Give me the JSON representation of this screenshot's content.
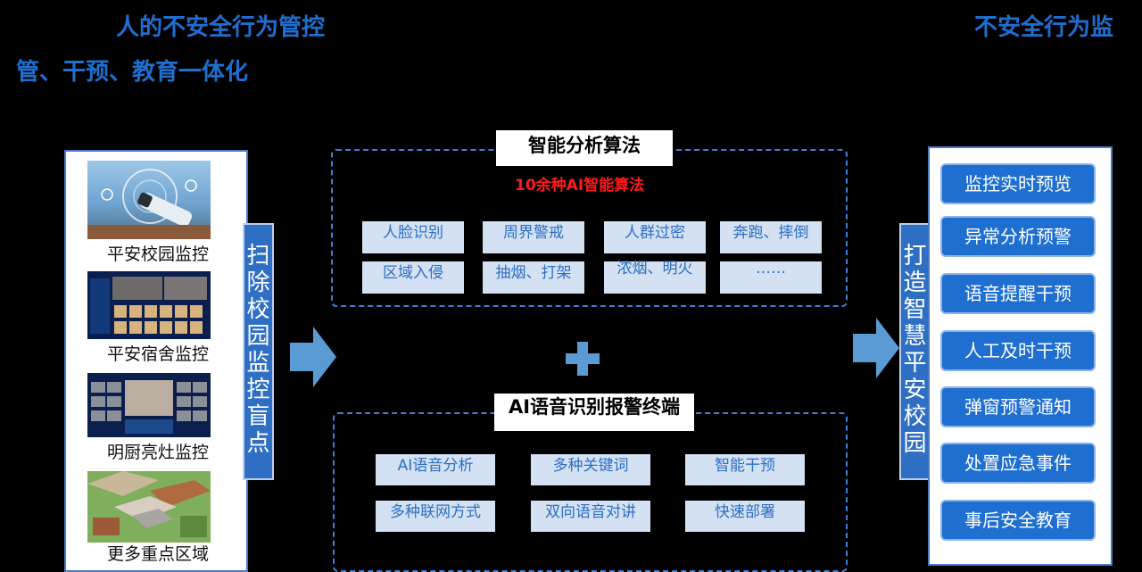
{
  "header": {
    "line1_left": "人的不安全行为管控",
    "line1_right": "不安全行为监",
    "line2_left": "管、干预、教育一体化"
  },
  "left_panel": {
    "items": [
      {
        "label": "平安校园监控",
        "image": "campus-camera-photo"
      },
      {
        "label": "平安宿舍监控",
        "image": "dormitory-monitor-dashboard"
      },
      {
        "label": "明厨亮灶监控",
        "image": "kitchen-monitor-dashboard"
      },
      {
        "label": "更多重点区域",
        "image": "campus-aerial-3d-view"
      }
    ]
  },
  "left_bar": {
    "chars": [
      "扫",
      "除",
      "校",
      "园",
      "监",
      "控",
      "盲",
      "点"
    ]
  },
  "algorithms": {
    "title": "智能分析算法",
    "subtitle": "10余种AI智能算法",
    "tags": [
      "人脸识别",
      "周界警戒",
      "人群过密",
      "奔跑、摔倒",
      "区域入侵",
      "抽烟、打架",
      "浓烟、明火",
      "……"
    ]
  },
  "voice": {
    "title": "AI语音识别报警终端",
    "tags": [
      "AI语音分析",
      "多种关键词",
      "智能干预",
      "多种联网方式",
      "双向语音对讲",
      "快速部署"
    ]
  },
  "right_bar": {
    "chars": [
      "打",
      "造",
      "智",
      "慧",
      "平",
      "安",
      "校",
      "园"
    ]
  },
  "right_panel": {
    "buttons": [
      "监控实时预览",
      "异常分析预警",
      "语音提醒干预",
      "人工及时干预",
      "弹窗预警通知",
      "处置应急事件",
      "事后安全教育"
    ]
  },
  "colors": {
    "accent": "#1f6fd1",
    "tag_bg": "#d3e1f3",
    "dashed_border": "#3f7fd9",
    "alert_red": "#ff1a1a",
    "arrow": "#5b9bd5"
  }
}
